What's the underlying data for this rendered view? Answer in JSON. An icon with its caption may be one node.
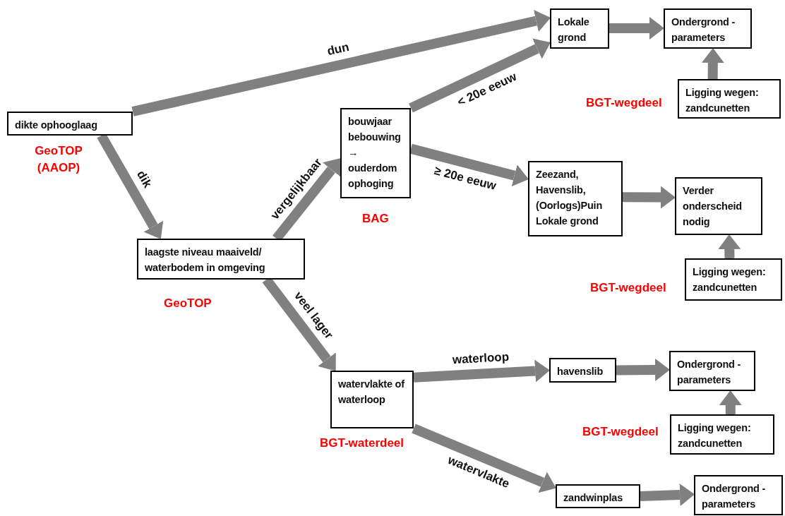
{
  "diagram": {
    "nodes": [
      {
        "text": [
          "dikte ophooglaag"
        ],
        "beside": [
          "GeoTOP (AAOP)"
        ]
      },
      {
        "text": [
          "laagste niveau maaiveld/ waterbodem in omgeving"
        ],
        "beside": [
          "GeoTOP"
        ]
      },
      {
        "text": [
          "bouwjaar bebouwing → ouderdom ophoging"
        ],
        "beside": [
          "BAG"
        ]
      },
      {
        "text": [
          "Lokale grond"
        ]
      },
      {
        "text": [
          "Ondergrond -parameters"
        ]
      },
      {
        "text": [
          "Ligging wegen: zandcunetten"
        ],
        "beside": [
          "BGT-wegdeel"
        ]
      },
      {
        "text": [
          "Zeezand, Havenslib, (Oorlogs)Puin Lokale grond"
        ]
      },
      {
        "text": [
          "Verder onderscheid nodig"
        ]
      },
      {
        "text": [
          "Ligging wegen: zandcunetten"
        ],
        "beside": [
          "BGT-wegdeel"
        ]
      },
      {
        "text": [
          "watervlakte of waterloop"
        ],
        "beside": [
          "BGT-waterdeel"
        ]
      },
      {
        "text": [
          "havenslib"
        ]
      },
      {
        "text": [
          "Ondergrond -parameters"
        ]
      },
      {
        "text": [
          "Ligging wegen: zandcunetten"
        ],
        "beside": [
          "BGT-wegdeel"
        ]
      },
      {
        "text": [
          "zandwinplas"
        ]
      },
      {
        "text": [
          "Ondergrond -parameters"
        ]
      }
    ],
    "edges": [
      {
        "from": 0,
        "to": 3,
        "arrow": "to",
        "label": "dun"
      },
      {
        "from": 2,
        "to": 3,
        "arrow": "to",
        "label": "< 20e eeuw"
      },
      {
        "from": 0,
        "to": 1,
        "arrow": "to",
        "label": "dik"
      },
      {
        "from": 1,
        "to": 2,
        "arrow": "to",
        "label": "vergelijkbaar"
      },
      {
        "from": 2,
        "to": 6,
        "arrow": "to",
        "label": "≥ 20e eeuw"
      },
      {
        "from": 3,
        "to": 4,
        "arrow": "to"
      },
      {
        "from": 5,
        "to": 4,
        "arrow": "to"
      },
      {
        "from": 6,
        "to": 7,
        "arrow": "to"
      },
      {
        "from": 8,
        "to": 7,
        "arrow": "to"
      },
      {
        "from": 1,
        "to": 9,
        "arrow": "to",
        "label": "veel lager"
      },
      {
        "from": 9,
        "to": 10,
        "arrow": "to",
        "label": "waterloop"
      },
      {
        "from": 9,
        "to": 13,
        "arrow": "to",
        "label": "watervlakte"
      },
      {
        "from": 10,
        "to": 11,
        "arrow": "to"
      },
      {
        "from": 12,
        "to": 11,
        "arrow": "to"
      },
      {
        "from": 13,
        "to": 14,
        "arrow": "to"
      }
    ]
  }
}
